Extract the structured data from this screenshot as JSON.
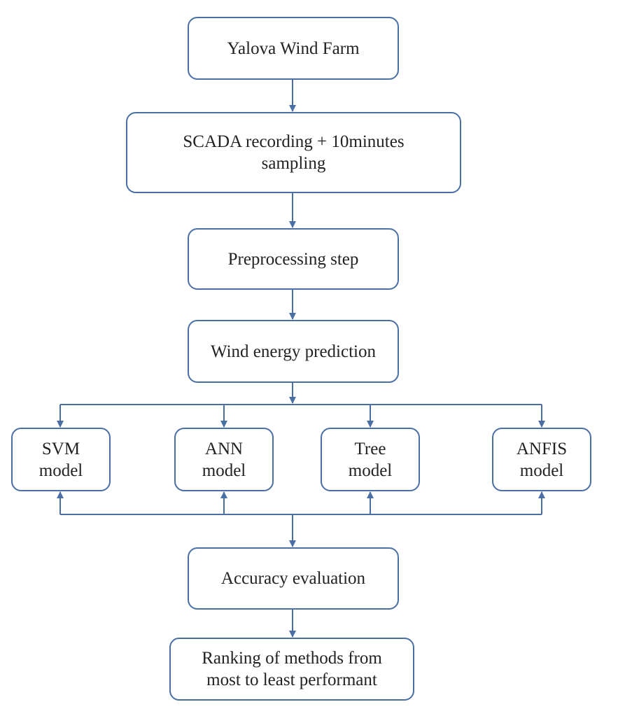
{
  "diagram": {
    "line_color": "#4a6fa5",
    "nodes": {
      "yalova": {
        "lines": [
          "Yalova Wind Farm"
        ]
      },
      "scada": {
        "lines": [
          "SCADA recording + 10minutes",
          "sampling"
        ]
      },
      "preprocessing": {
        "lines": [
          "Preprocessing step"
        ]
      },
      "prediction": {
        "lines": [
          "Wind energy prediction"
        ]
      },
      "svm": {
        "lines": [
          "SVM",
          "model"
        ]
      },
      "ann": {
        "lines": [
          "ANN",
          "model"
        ]
      },
      "tree": {
        "lines": [
          "Tree",
          "model"
        ]
      },
      "anfis": {
        "lines": [
          "ANFIS",
          "model"
        ]
      },
      "accuracy": {
        "lines": [
          "Accuracy evaluation"
        ]
      },
      "ranking": {
        "lines": [
          "Ranking of methods from",
          "most to least performant"
        ]
      }
    }
  }
}
